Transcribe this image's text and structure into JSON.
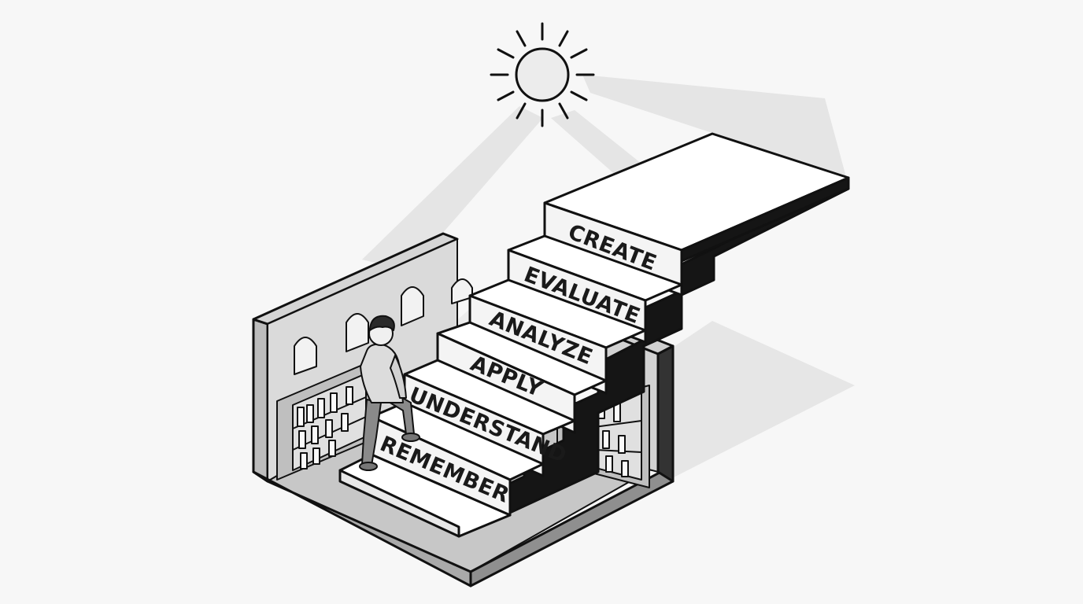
{
  "diagram": {
    "steps": [
      {
        "id": "remember",
        "label": "REMEMBER"
      },
      {
        "id": "understand",
        "label": "UNDERSTAND"
      },
      {
        "id": "apply",
        "label": "APPLY"
      },
      {
        "id": "analyze",
        "label": "ANALYZE"
      },
      {
        "id": "evaluate",
        "label": "EVALUATE"
      },
      {
        "id": "create",
        "label": "CREATE"
      }
    ]
  },
  "colors": {
    "background": "#f7f7f7",
    "ink": "#111111",
    "tread": "#ffffff",
    "wall": "#d9d9d9",
    "floor": "#c6c6c6",
    "light": "#e3e3e3",
    "shadow": "#e6e6e6"
  },
  "icons": [
    "sun-icon",
    "person-icon",
    "bookshelf-icon",
    "arched-window-icon"
  ]
}
